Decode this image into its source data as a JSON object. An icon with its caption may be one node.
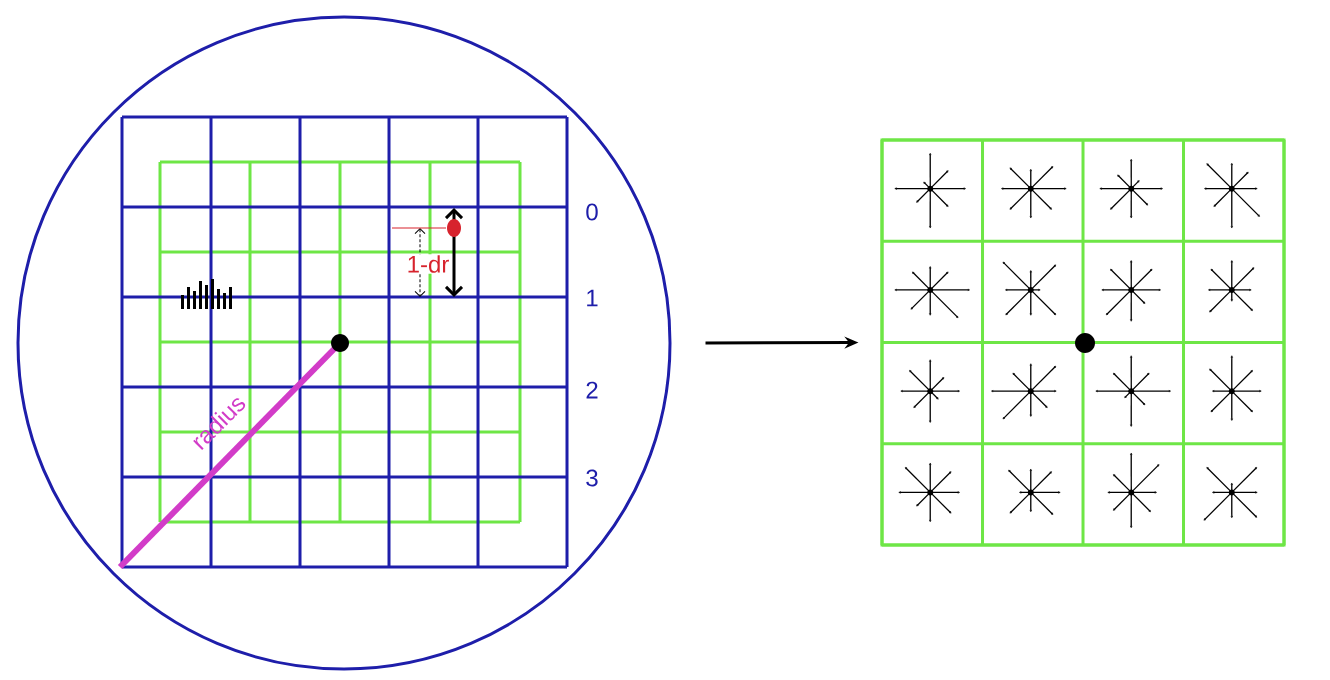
{
  "diagram": {
    "nodes": [
      {
        "text": [],
        "shape": "circle"
      },
      {
        "text": [],
        "shape": "box"
      }
    ],
    "edges": [
      {
        "from": 0,
        "to": 1,
        "arrow": "to"
      }
    ],
    "labels": [
      "1-dr",
      "0",
      "1",
      "2",
      "radius",
      "3"
    ]
  }
}
